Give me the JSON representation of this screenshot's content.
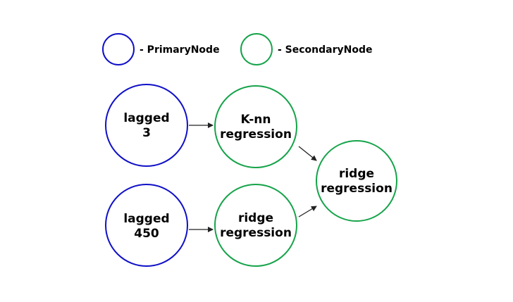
{
  "colors": {
    "primary": "#1010c8",
    "secondary": "#16a34a",
    "edge": "#222222"
  },
  "legend": [
    {
      "kind": "primary",
      "label": "- PrimaryNode"
    },
    {
      "kind": "secondary",
      "label": "- SecondaryNode"
    }
  ],
  "nodes": [
    {
      "id": "lagged_3",
      "kind": "primary",
      "lines": [
        "lagged",
        "3"
      ]
    },
    {
      "id": "lagged_450",
      "kind": "primary",
      "lines": [
        "lagged",
        "450"
      ]
    },
    {
      "id": "knn_regression",
      "kind": "secondary",
      "lines": [
        "K-nn",
        "regression"
      ]
    },
    {
      "id": "ridge_regression_mid",
      "kind": "secondary",
      "lines": [
        "ridge",
        "regression"
      ]
    },
    {
      "id": "ridge_regression_final",
      "kind": "secondary",
      "lines": [
        "ridge",
        "regression"
      ]
    }
  ],
  "edges": [
    {
      "from": "lagged_3",
      "to": "knn_regression"
    },
    {
      "from": "lagged_450",
      "to": "ridge_regression_mid"
    },
    {
      "from": "knn_regression",
      "to": "ridge_regression_final"
    },
    {
      "from": "ridge_regression_mid",
      "to": "ridge_regression_final"
    }
  ]
}
